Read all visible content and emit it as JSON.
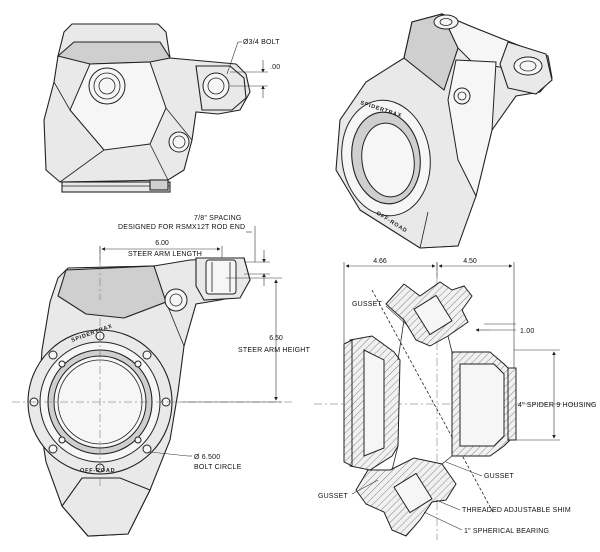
{
  "labels": {
    "bolt": "Ø3/4 BOLT",
    "bolt_offset": ".00",
    "spacing": "7/8\" SPACING",
    "rod_end": "DESIGNED FOR RSMX12T ROD END",
    "steer_len_val": "6.00",
    "steer_len": "STEER ARM LENGTH",
    "steer_h_val": "6.50",
    "steer_h": "STEER ARM HEIGHT",
    "bolt_circle_val": "Ø 6.500",
    "bolt_circle": "BOLT CIRCLE",
    "w_left": "4.66",
    "w_right": "4.50",
    "gusset_tl": "GUSSET",
    "gusset_r": "GUSSET",
    "gusset_bl": "GUSSET",
    "offset_right": "1.00",
    "housing": "4\" SPIDER 9 HOUSING",
    "shim": "THREADED ADJUSTABLE SHIM",
    "bearing": "1\" SPHERICAL BEARING"
  },
  "branding": {
    "upper": "SPIDERTRAX",
    "lower": "OFF-ROAD"
  }
}
